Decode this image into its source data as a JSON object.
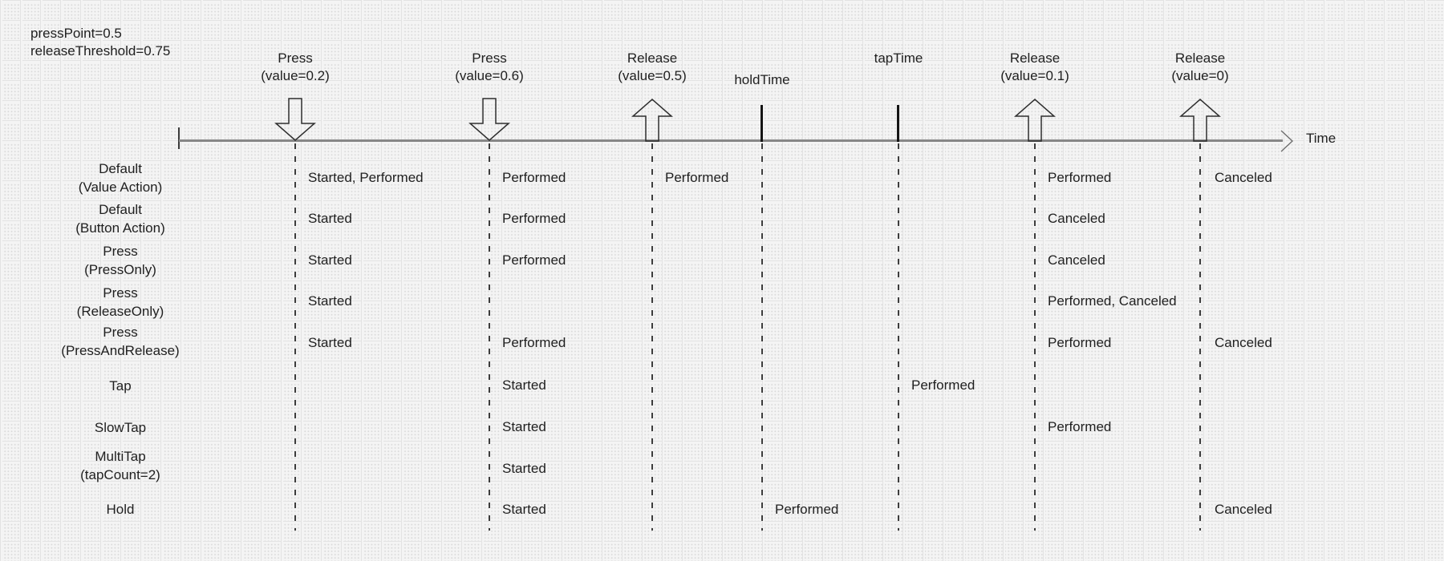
{
  "annotation": {
    "press_point": "pressPoint=0.5",
    "release_threshold": "releaseThreshold=0.75"
  },
  "timeline": {
    "axis_label": "Time"
  },
  "events": [
    {
      "title": "Press",
      "subtitle": "(value=0.2)",
      "marker": "arrow-down"
    },
    {
      "title": "Press",
      "subtitle": "(value=0.6)",
      "marker": "arrow-down"
    },
    {
      "title": "Release",
      "subtitle": "(value=0.5)",
      "marker": "arrow-up"
    },
    {
      "title": "holdTime",
      "marker": "tick"
    },
    {
      "title": "tapTime",
      "marker": "tick"
    },
    {
      "title": "Release",
      "subtitle": "(value=0.1)",
      "marker": "arrow-up"
    },
    {
      "title": "Release",
      "subtitle": "(value=0)",
      "marker": "arrow-up"
    }
  ],
  "rows": [
    {
      "label": "Default",
      "sublabel": "(Value Action)",
      "states": {
        "press02": "Started, Performed",
        "press06": "Performed",
        "release05": "Performed",
        "release01": "Performed",
        "release0": "Canceled"
      }
    },
    {
      "label": "Default",
      "sublabel": "(Button Action)",
      "states": {
        "press02": "Started",
        "press06": "Performed",
        "release01": "Canceled"
      }
    },
    {
      "label": "Press",
      "sublabel": "(PressOnly)",
      "states": {
        "press02": "Started",
        "press06": "Performed",
        "release01": "Canceled"
      }
    },
    {
      "label": "Press",
      "sublabel": "(ReleaseOnly)",
      "states": {
        "press02": "Started",
        "release01": "Performed, Canceled"
      }
    },
    {
      "label": "Press",
      "sublabel": "(PressAndRelease)",
      "states": {
        "press02": "Started",
        "press06": "Performed",
        "release01": "Performed",
        "release0": "Canceled"
      }
    },
    {
      "label": "Tap",
      "states": {
        "press06": "Started",
        "tapTime": "Performed"
      }
    },
    {
      "label": "SlowTap",
      "states": {
        "press06": "Started",
        "release01": "Performed"
      }
    },
    {
      "label": "MultiTap",
      "sublabel": "(tapCount=2)",
      "states": {
        "press06": "Started"
      }
    },
    {
      "label": "Hold",
      "states": {
        "press06": "Started",
        "holdTime": "Performed",
        "release0": "Canceled"
      }
    }
  ]
}
